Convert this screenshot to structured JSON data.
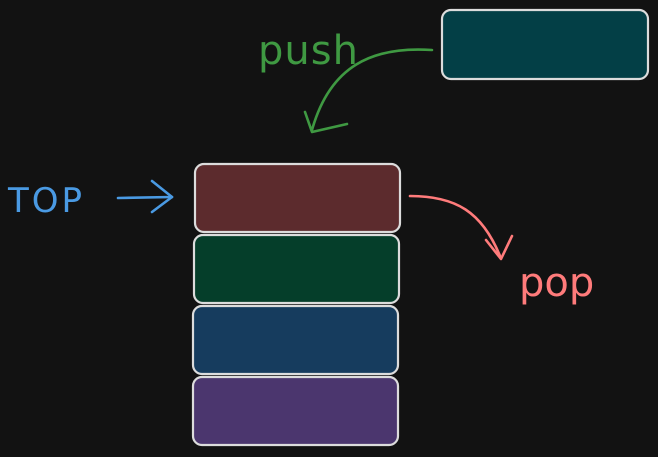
{
  "labels": {
    "push": "push",
    "pop": "pop",
    "top": "TOP"
  },
  "colors": {
    "background": "#121212",
    "stroke": "#dcdcdc",
    "incoming_block": "#033f46",
    "stack_block_1": "#5c2b2d",
    "stack_block_2": "#053e2a",
    "stack_block_3": "#163c5e",
    "stack_block_4": "#4b366e",
    "push": "#3f9942",
    "pop": "#ff7b7b",
    "top": "#4a9ae3"
  }
}
